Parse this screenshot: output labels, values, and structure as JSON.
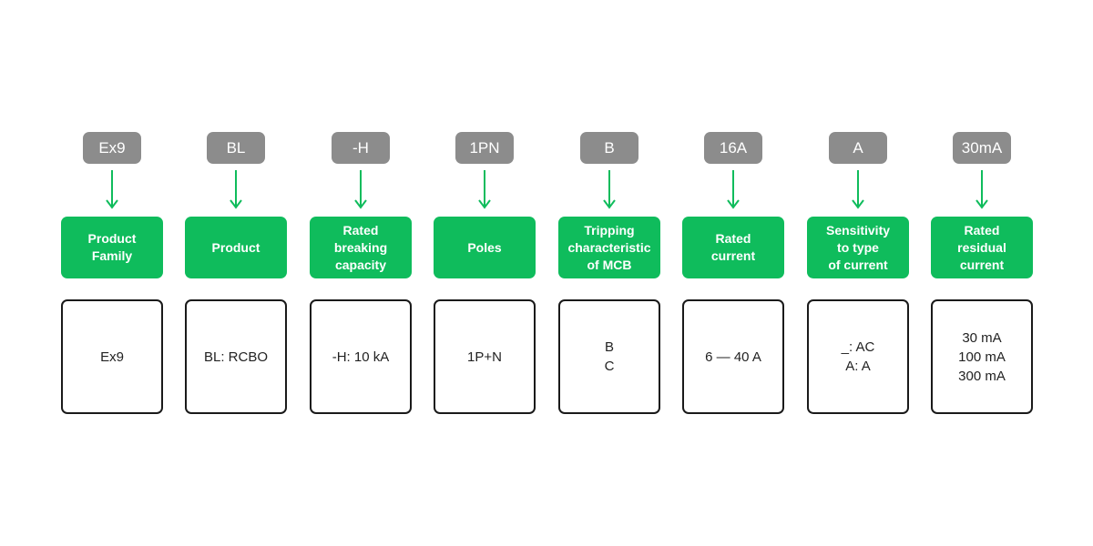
{
  "accent_color": "#0fbc5c",
  "tag_color": "#8c8c8c",
  "columns": [
    {
      "code": "Ex9",
      "label": "Product\nFamily",
      "value": "Ex9"
    },
    {
      "code": "BL",
      "label": "Product",
      "value": "BL: RCBO"
    },
    {
      "code": "-H",
      "label": "Rated\nbreaking\ncapacity",
      "value": "-H: 10 kA"
    },
    {
      "code": "1PN",
      "label": "Poles",
      "value": "1P+N"
    },
    {
      "code": "B",
      "label": "Tripping\ncharacteristic\nof MCB",
      "value": "B\nC"
    },
    {
      "code": "16A",
      "label": "Rated\ncurrent",
      "value": "6 — 40 A"
    },
    {
      "code": "A",
      "label": "Sensitivity\nto type\nof current",
      "value": "_: AC\nA: A"
    },
    {
      "code": "30mA",
      "label": "Rated\nresidual\ncurrent",
      "value": "30 mA\n100 mA\n300 mA"
    }
  ]
}
